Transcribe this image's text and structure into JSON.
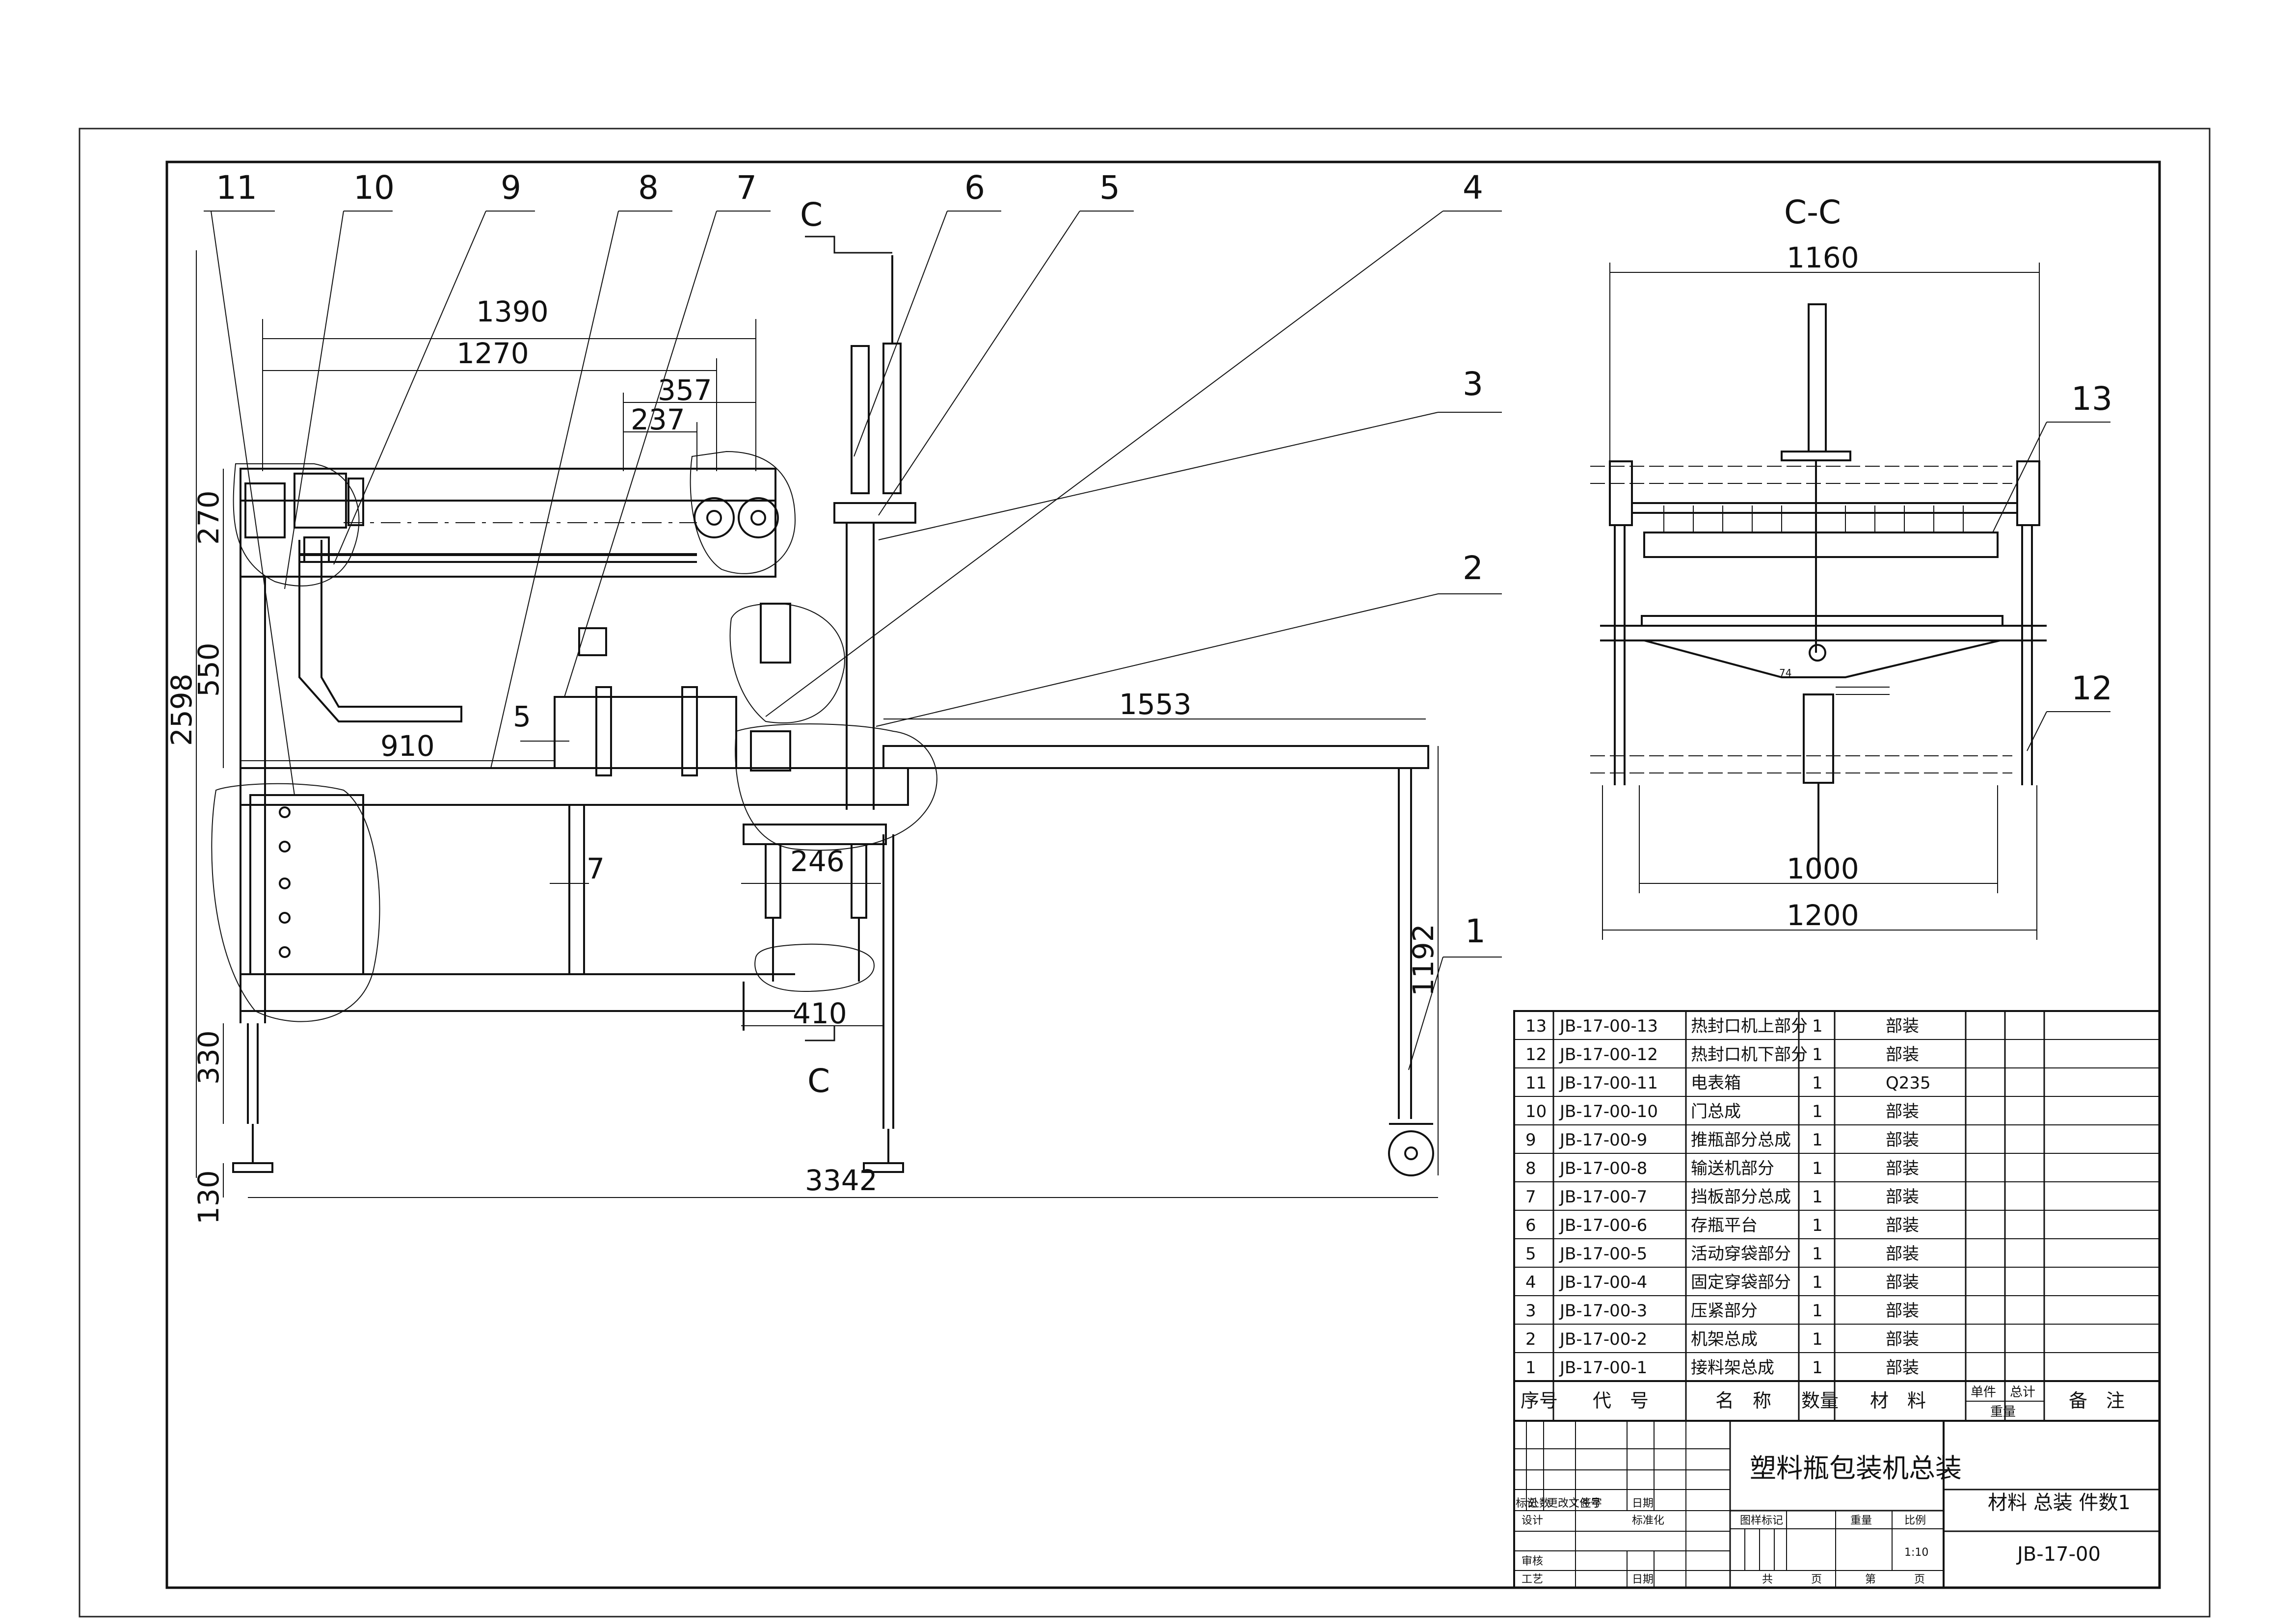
{
  "main_view": {
    "section_mark": "C",
    "dims": {
      "d1390": "1390",
      "d1270": "1270",
      "d357": "357",
      "d237": "237",
      "d270": "270",
      "d550": "550",
      "d2598": "2598",
      "d910": "910",
      "d5": "5",
      "d7": "7",
      "d246": "246",
      "d410": "410",
      "d330": "330",
      "d130": "130",
      "d3342": "3342",
      "d1553": "1553",
      "d1192": "1192"
    },
    "part_labels": [
      "11",
      "10",
      "9",
      "8",
      "7",
      "6",
      "5",
      "4",
      "3",
      "2",
      "1"
    ]
  },
  "section_view": {
    "title": "C-C",
    "dims": {
      "d1160": "1160",
      "d1000": "1000",
      "d1200": "1200",
      "d74": "74"
    },
    "part_labels": [
      "13",
      "12"
    ]
  },
  "bom": {
    "rows": [
      {
        "no": "13",
        "code": "JB-17-00-13",
        "name": "热封口机上部分",
        "qty": "1",
        "material": "部装"
      },
      {
        "no": "12",
        "code": "JB-17-00-12",
        "name": "热封口机下部分",
        "qty": "1",
        "material": "部装"
      },
      {
        "no": "11",
        "code": "JB-17-00-11",
        "name": "电表箱",
        "qty": "1",
        "material": "Q235"
      },
      {
        "no": "10",
        "code": "JB-17-00-10",
        "name": "门总成",
        "qty": "1",
        "material": "部装"
      },
      {
        "no": "9",
        "code": "JB-17-00-9",
        "name": "推瓶部分总成",
        "qty": "1",
        "material": "部装"
      },
      {
        "no": "8",
        "code": "JB-17-00-8",
        "name": "输送机部分",
        "qty": "1",
        "material": "部装"
      },
      {
        "no": "7",
        "code": "JB-17-00-7",
        "name": "挡板部分总成",
        "qty": "1",
        "material": "部装"
      },
      {
        "no": "6",
        "code": "JB-17-00-6",
        "name": "存瓶平台",
        "qty": "1",
        "material": "部装"
      },
      {
        "no": "5",
        "code": "JB-17-00-5",
        "name": "活动穿袋部分",
        "qty": "1",
        "material": "部装"
      },
      {
        "no": "4",
        "code": "JB-17-00-4",
        "name": "固定穿袋部分",
        "qty": "1",
        "material": "部装"
      },
      {
        "no": "3",
        "code": "JB-17-00-3",
        "name": "压紧部分",
        "qty": "1",
        "material": "部装"
      },
      {
        "no": "2",
        "code": "JB-17-00-2",
        "name": "机架总成",
        "qty": "1",
        "material": "部装"
      },
      {
        "no": "1",
        "code": "JB-17-00-1",
        "name": "接料架总成",
        "qty": "1",
        "material": "部装"
      }
    ],
    "header": {
      "no": "序号",
      "code": "代　号",
      "name": "名　称",
      "qty": "数量",
      "material": "材　料",
      "unit_weight": "单件",
      "total_weight": "总计",
      "weight": "重量",
      "remark": "备　注"
    }
  },
  "title_block": {
    "drawing_title": "塑料瓶包装机总装",
    "material_info": "材料 总装 件数1",
    "drawing_no": "JB-17-00",
    "scale": "1:10",
    "labels": {
      "mark": "标记",
      "count": "处数",
      "change_doc": "更改文件号",
      "sign": "签字",
      "date": "日期",
      "design": "设计",
      "standardize": "标准化",
      "review": "审核",
      "process": "工艺",
      "date2": "日期",
      "drawing_mark": "图样标记",
      "weight": "重量",
      "scale": "比例",
      "total": "共",
      "page": "页",
      "sheet": "第",
      "page2": "页"
    }
  }
}
